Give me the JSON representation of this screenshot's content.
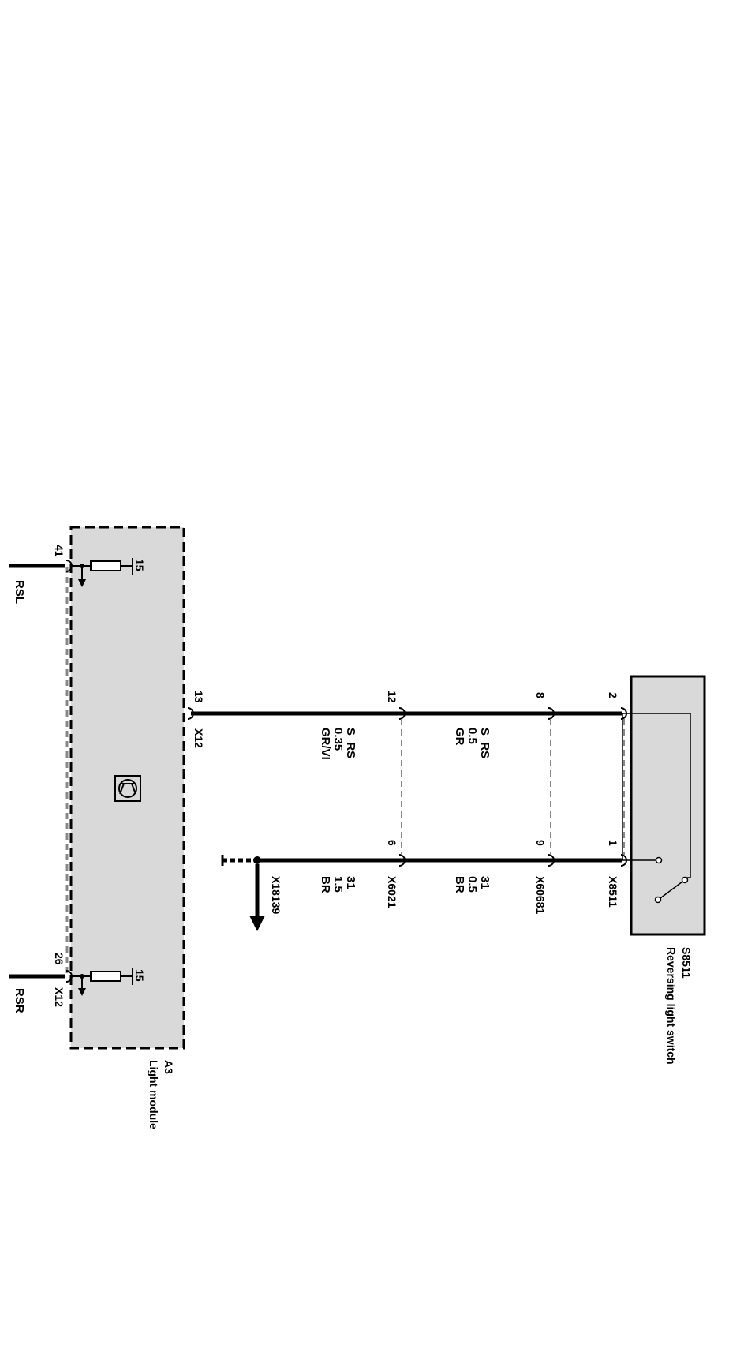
{
  "components": {
    "light_module": {
      "ref": "A3",
      "name": "Light module"
    },
    "switch": {
      "ref": "S8511",
      "name": "Reversing light switch"
    }
  },
  "connectors": {
    "x12_top": "X12",
    "x12_bottom": "X12",
    "x8511": "X8511",
    "x60681": "X60681",
    "x6021": "X6021",
    "x18139": "X18139"
  },
  "pins": {
    "p41": "41",
    "p26": "26",
    "p13": "13",
    "p12": "12",
    "p8": "8",
    "p2": "2",
    "p1": "1",
    "p9": "9",
    "p6": "6",
    "p15_top": "15",
    "p15_bottom": "15"
  },
  "outputs": {
    "rsl": "RSL",
    "rsr": "RSR"
  },
  "wires": {
    "signal_upper": {
      "name": "S_RS",
      "size": "0.5",
      "color": "GR"
    },
    "signal_lower": {
      "name": "S_RS",
      "size": "0.35",
      "color": "GR/VI"
    },
    "ground_upper": {
      "terminal": "31",
      "size": "0.5",
      "color": "BR"
    },
    "ground_lower": {
      "terminal": "31",
      "size": "1.5",
      "color": "BR"
    }
  },
  "colors": {
    "module_fill": "#d9d9d9",
    "wire": "#000000",
    "shield_dash": "#888888"
  }
}
